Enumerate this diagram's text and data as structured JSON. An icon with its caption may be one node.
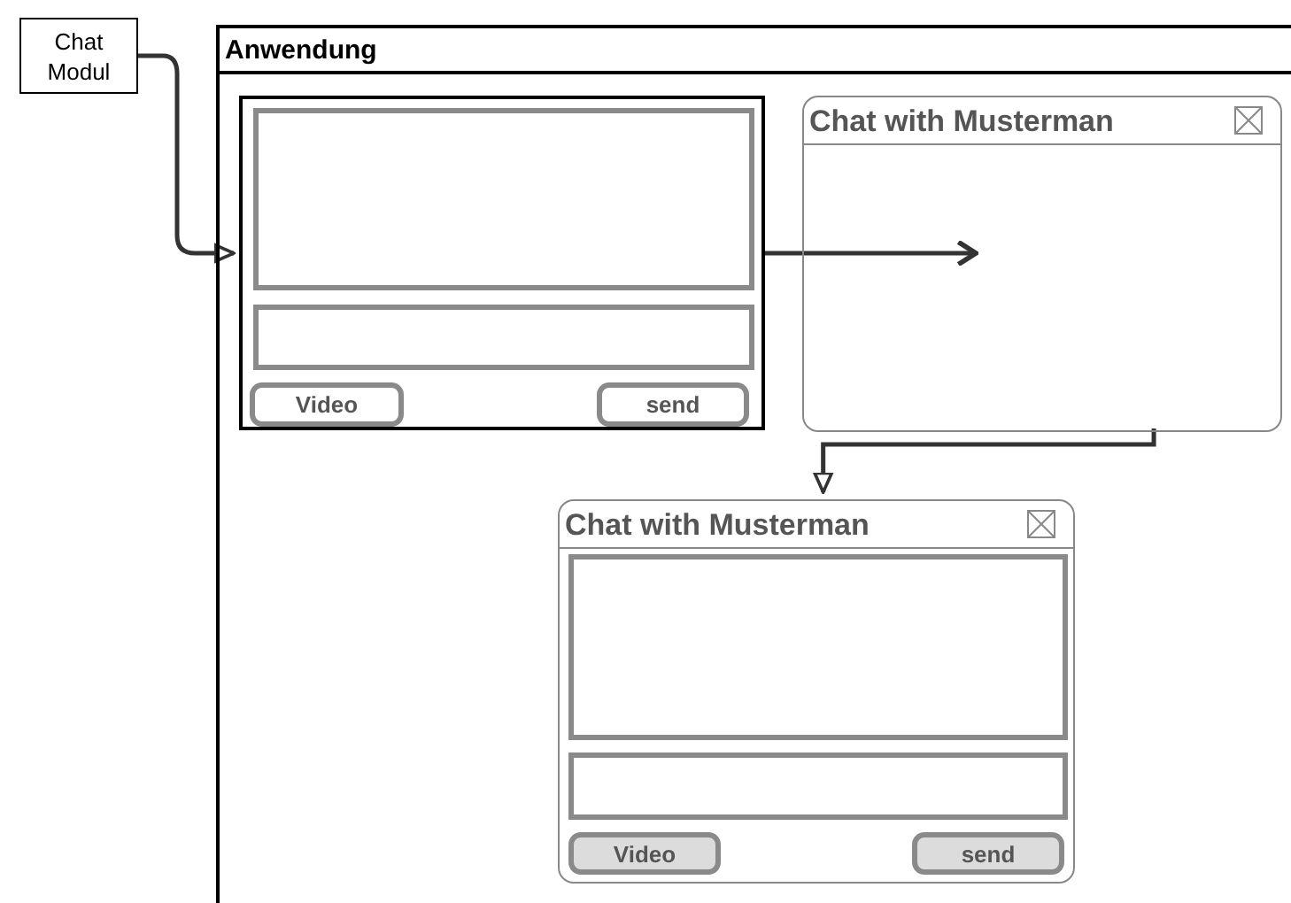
{
  "diagram": {
    "nodes": [
      {
        "text": [
          "Chat Modul"
        ]
      },
      {
        "text": [
          "Anwendung"
        ]
      },
      {
        "text": [],
        "shape": "box",
        "in": 1
      },
      {
        "text": [],
        "shape": "box",
        "in": 2
      },
      {
        "text": [],
        "shape": "box",
        "in": 2
      },
      {
        "text": [
          "Video"
        ],
        "in": 2
      },
      {
        "text": [
          "send"
        ],
        "in": 2
      },
      {
        "text": [
          "Chat with Musterman"
        ],
        "in": 1
      },
      {
        "text": [
          "Chat with Musterman"
        ],
        "in": 1
      },
      {
        "text": [],
        "shape": "box",
        "in": 8
      },
      {
        "text": [],
        "shape": "box",
        "in": 8
      },
      {
        "text": [
          "Video"
        ],
        "in": 8
      },
      {
        "text": [
          "send"
        ],
        "in": 8
      }
    ],
    "edges": [
      {
        "from": 0,
        "to": 2,
        "arrow": "to"
      },
      {
        "from": 2,
        "to": 7,
        "arrow": "to"
      },
      {
        "from": 7,
        "to": 8,
        "arrow": "to"
      }
    ]
  }
}
